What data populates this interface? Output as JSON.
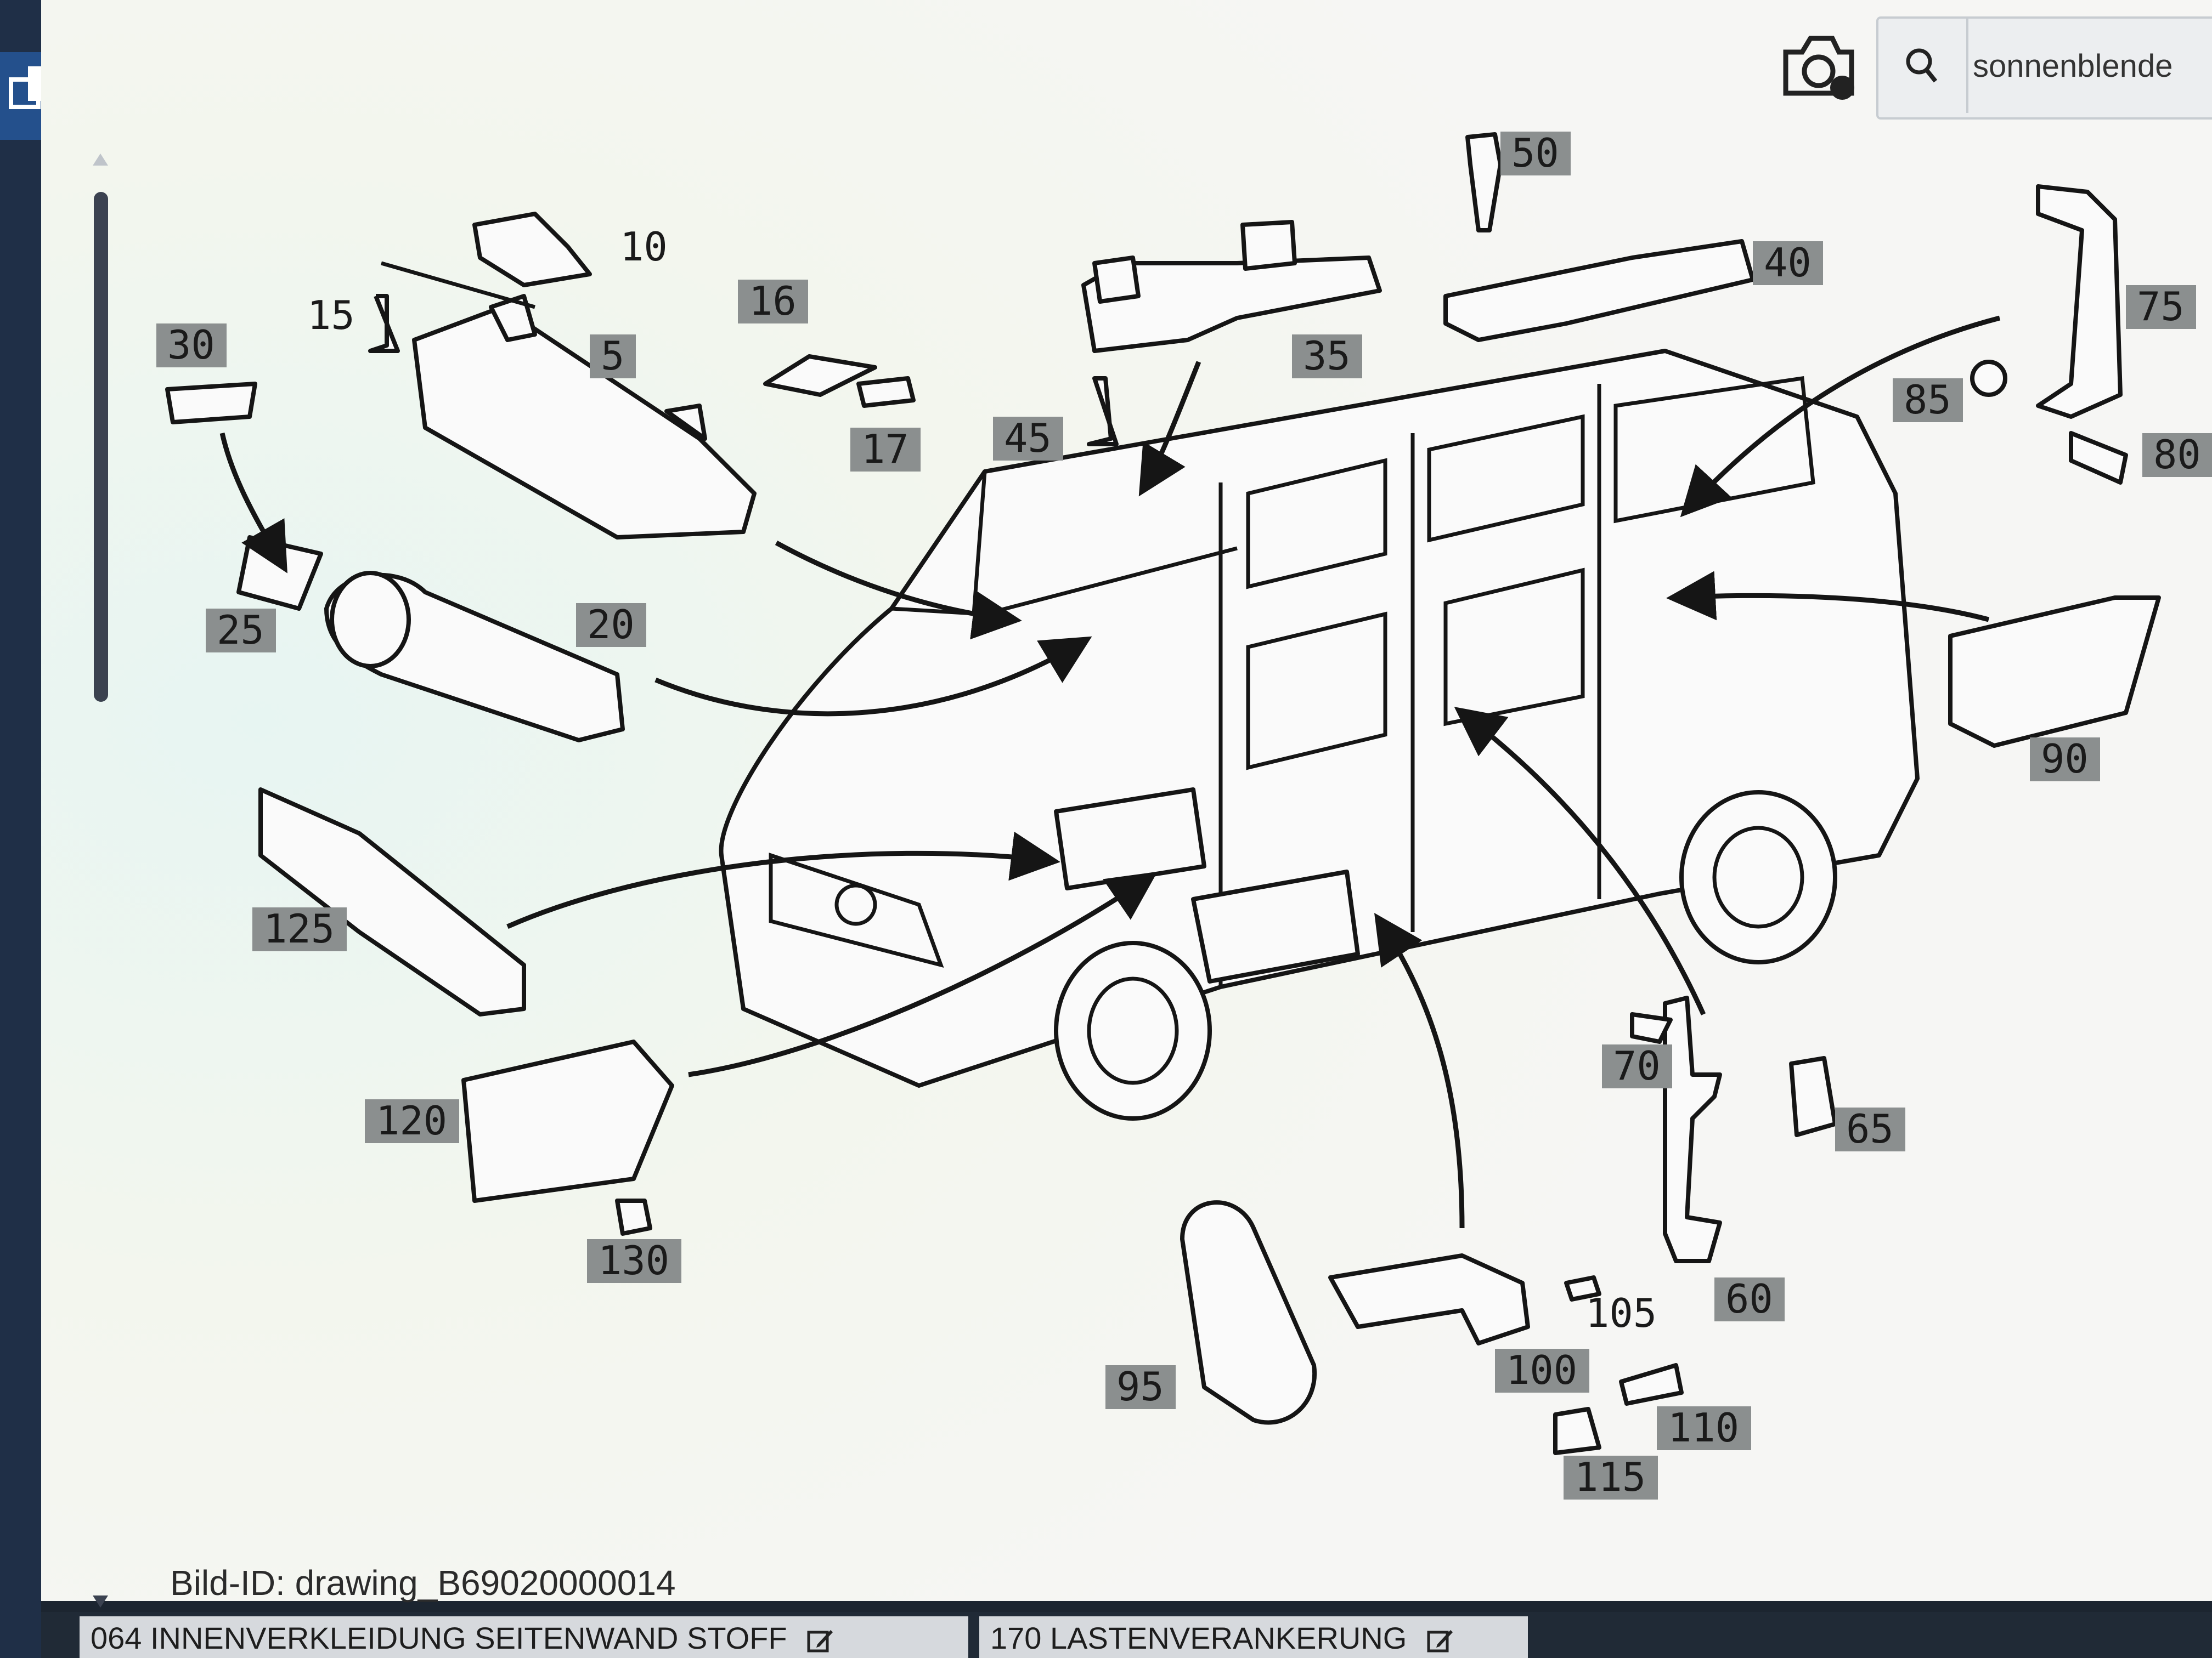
{
  "toolbar": {
    "search_value": "sonnenblende",
    "camera_icon": "camera-icon",
    "search_icon": "search-icon"
  },
  "image_id_label": "Bild-ID: drawing_B69020000014",
  "tabs": [
    {
      "label": "064 INNENVERKLEIDUNG SEITENWAND STOFF"
    },
    {
      "label": "170 LASTENVERANKERUNG"
    }
  ],
  "callouts_boxed": [
    "30",
    "16",
    "5",
    "17",
    "45",
    "35",
    "50",
    "40",
    "75",
    "85",
    "80",
    "25",
    "20",
    "90",
    "125",
    "70",
    "65",
    "120",
    "60",
    "130",
    "95",
    "100",
    "110",
    "115"
  ],
  "callouts_plain": [
    "10",
    "15",
    "105"
  ]
}
